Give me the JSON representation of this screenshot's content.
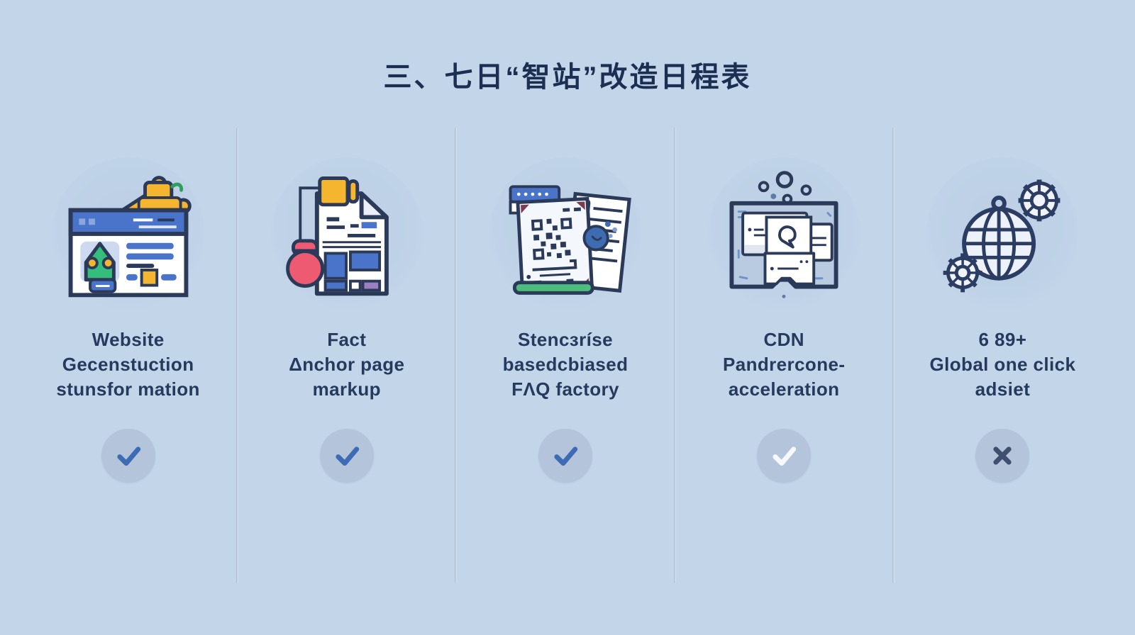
{
  "page": {
    "title": "三、七日“智站”改造日程表",
    "background_color": "#c3d5e9",
    "title_color": "#1c2f52",
    "accent_blue": "#4a74c9",
    "accent_green": "#35bd7c",
    "accent_yellow": "#f6b52e",
    "accent_red": "#ee5a72",
    "badge_circle_color": "#b4c4da",
    "check_blue_color": "#3d6cb4",
    "check_white_color": "#f6f9fd",
    "cross_color": "#3e4f70"
  },
  "columns": [
    {
      "icon": "website-rebuild-icon",
      "line1": "Website",
      "line2": "Gecenstuction",
      "line3": "stunsfor mation",
      "status": "check-blue"
    },
    {
      "icon": "document-anchor-markup-icon",
      "line1": "Fact",
      "line2": "Δnchor page",
      "line3": "markup",
      "status": "check-blue"
    },
    {
      "icon": "qr-faq-card-icon",
      "line1": "Stencɜríse",
      "line2": "basedcbiased",
      "line3": "FΛQ factory",
      "status": "check-blue"
    },
    {
      "icon": "cdn-monitor-cards-icon",
      "line1": "CDN",
      "line2": "Pandrercone-",
      "line3": "acceleration",
      "status": "check-white"
    },
    {
      "icon": "globe-gears-icon",
      "line1": "6 89+",
      "line2": "Global one click",
      "line3": "adsiet",
      "status": "cross"
    }
  ]
}
